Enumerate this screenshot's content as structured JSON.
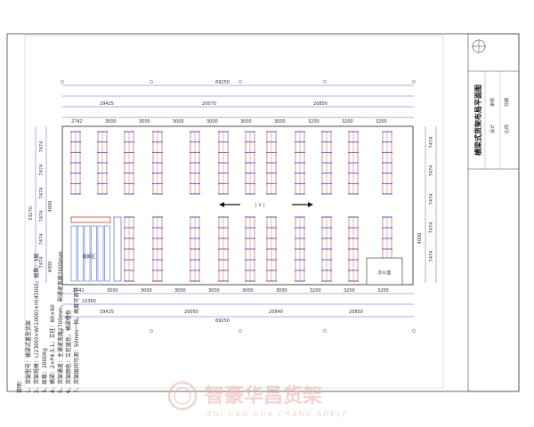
{
  "drawing": {
    "title": "横梁式货架布局平面图",
    "dimensions": {
      "total_top": "69250",
      "total_bottom": "69250",
      "segments_top": [
        "29425",
        "20070",
        "20850"
      ],
      "segments_bottom": [
        "29425",
        "20050",
        "20840",
        "20850"
      ],
      "bay_spans": [
        "2742",
        "3000",
        "3000",
        "3000",
        "3000",
        "3000",
        "3000",
        "3200",
        "3200",
        "3200"
      ],
      "left_span": "15360",
      "rows_left": [
        "7474",
        "7474",
        "7474",
        "7474",
        "7474",
        "7474"
      ],
      "rows_right": [
        "7474",
        "7474",
        "7474",
        "7474",
        "7474"
      ],
      "side_marks": [
        "4000",
        "4000",
        "33270",
        "4000"
      ]
    },
    "labels": {
      "office": "办公室",
      "loading": "装卸区",
      "aisle_arrow_left": "←",
      "aisle_arrow_right": "→"
    },
    "notes": {
      "heading": "说明：",
      "items": [
        "1、货架型号：横梁式重型货架",
        "2、货架规格：L(2300)×W(1000)×H(4500)，层数：3层",
        "3、层载：2000Kg",
        "4、横梁：2×P4.5.1，立柱：80×60",
        "5、货架通道：主通道宽度2700mm，副通道宽度2000mm",
        "6、货架颜色：立柱蓝色，横梁橙色",
        "7、货架层间可调：50mm一档，高度可调节"
      ]
    },
    "title_block": {
      "rows": [
        "设计",
        "审核",
        "比例",
        "日期"
      ]
    },
    "watermark": {
      "cn": "智豪华昌货架",
      "en": "ZHI HAO HUA CHANG SHELF"
    }
  },
  "colors": {
    "beam": "#d23a3a",
    "upright": "#2a4bd8",
    "line": "#222222",
    "dim": "#2a3bbf",
    "watermark": "#e9b0a6"
  }
}
